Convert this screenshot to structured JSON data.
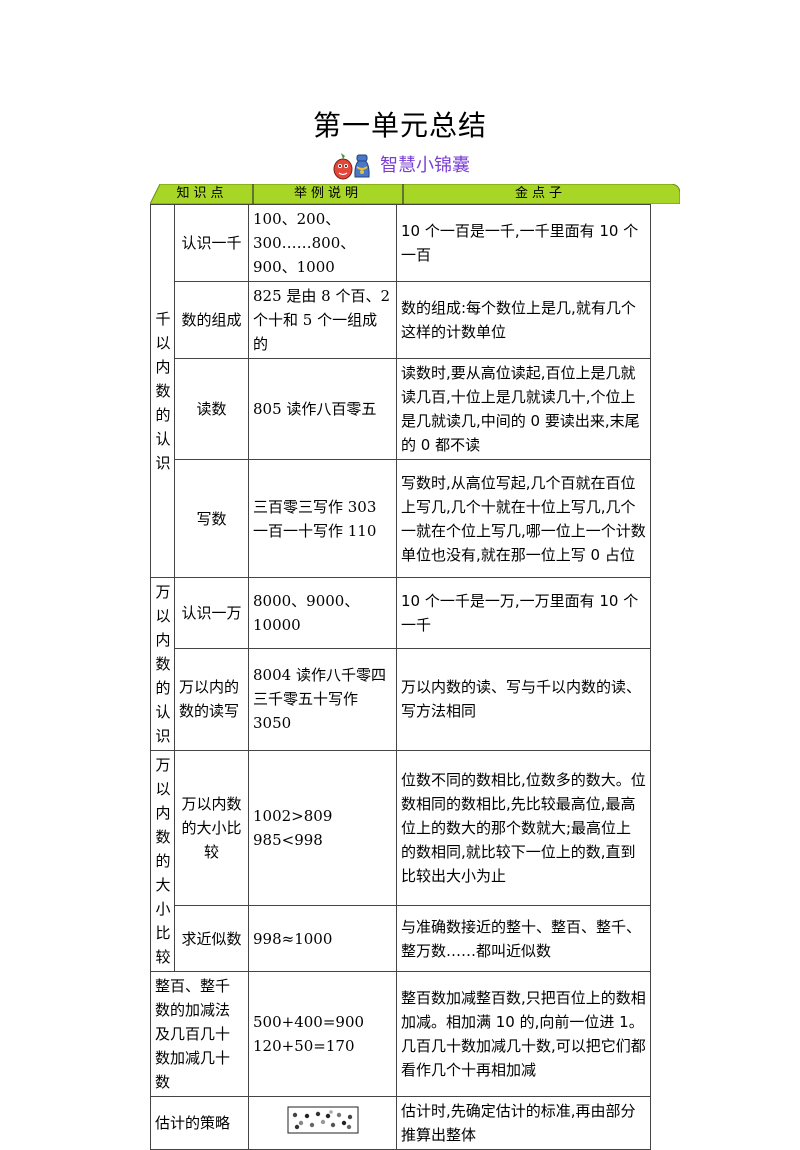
{
  "title": "第一单元总结",
  "subtitle": "智慧小锦囊",
  "header": {
    "col1": "知识点",
    "col2": "举例说明",
    "col3": "金点子"
  },
  "groups": {
    "g1": "千以内数的认识",
    "g2": "万以内数的认识",
    "g3": "万以内数的大小比较"
  },
  "rows": [
    {
      "topic": "认识一千",
      "example": "100、200、300……800、900、1000",
      "tip": "10 个一百是一千,一千里面有 10 个一百"
    },
    {
      "topic": "数的组成",
      "example": "825 是由 8 个百、2 个十和 5 个一组成的",
      "tip": "数的组成:每个数位上是几,就有几个这样的计数单位"
    },
    {
      "topic": "读数",
      "example": "805 读作八百零五",
      "tip": "读数时,要从高位读起,百位上是几就读几百,十位上是几就读几十,个位上是几就读几,中间的 0 要读出来,末尾的 0 都不读"
    },
    {
      "topic": "写数",
      "example": "三百零三写作 303 一百一十写作 110",
      "tip": "写数时,从高位写起,几个百就在百位上写几,几个十就在十位上写几,几个一就在个位上写几,哪一位上一个计数单位也没有,就在那一位上写 0 占位"
    },
    {
      "topic": "认识一万",
      "example": "8000、9000、10000",
      "tip": "10 个一千是一万,一万里面有 10 个一千"
    },
    {
      "topic": "万以内的数的读写",
      "example": "8004 读作八千零四 三千零五十写作 3050",
      "tip": "万以内数的读、写与千以内数的读、写方法相同"
    },
    {
      "topic": "万以内数的大小比较",
      "example_lines": [
        "1002>809",
        "985<998"
      ],
      "tip": "位数不同的数相比,位数多的数大。位数相同的数相比,先比较最高位,最高位上的数大的那个数就大;最高位上的数相同,就比较下一位上的数,直到比较出大小为止"
    },
    {
      "topic": "求近似数",
      "example": "998≈1000",
      "tip": "与准确数接近的整十、整百、整千、整万数……都叫近似数"
    },
    {
      "topic": "整百、整千数的加减法及几百几十数加减几十数",
      "example_lines": [
        "500+400=900",
        "120+50=170"
      ],
      "tip": "整百数加减整百数,只把百位上的数相加减。相加满 10 的,向前一位进 1。几百几十数加减几十数,可以把它们都看作几个十再相加减"
    },
    {
      "topic": "估计的策略",
      "example": "",
      "tip": "估计时,先确定估计的标准,再由部分推算出整体"
    }
  ],
  "colors": {
    "header_bar": "#a8d626",
    "subtitle": "#7b3fd6"
  },
  "icons": {
    "mascot": "cartoon-mascot-icon",
    "dots": "dot-cluster-image"
  }
}
